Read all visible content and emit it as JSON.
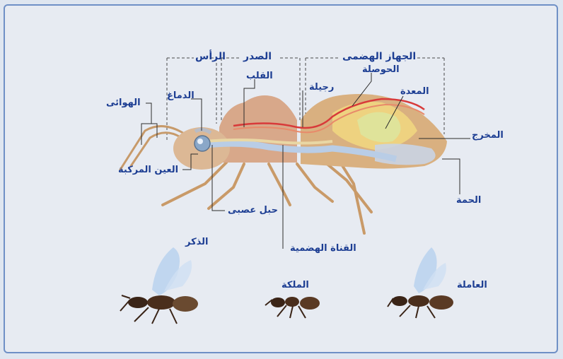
{
  "colors": {
    "label": "#1d3e93",
    "frame_border": "#6f90c6",
    "background": "#e7ebf2",
    "body_fill": "#d8b08a",
    "digestive_fill": "#f0d680",
    "nerve_fill": "#b9cde6",
    "heart_line": "#d83a3a",
    "ant_dark": "#3a2417"
  },
  "sections": {
    "head": "الرأس",
    "thorax": "الصدر",
    "digestive_system": "الجهاز الهضمى"
  },
  "labels": {
    "antennae": "الهوائى",
    "brain": "الدماغ",
    "heart": "القلب",
    "leg": "رجيلة",
    "crop": "الحوصلة",
    "stomach": "المعدة",
    "anus": "المخرج",
    "sting": "الحمة",
    "compound_eye": "العين المركبة",
    "nerve_cord": "حبل عصبى",
    "digestive_canal": "القناة الهضمية"
  },
  "castes": {
    "male": "الذكر",
    "queen": "الملكة",
    "worker": "العاملة"
  }
}
